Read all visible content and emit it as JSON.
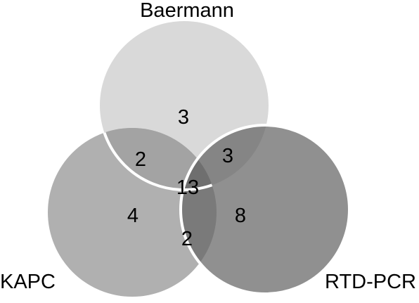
{
  "diagram": {
    "type": "venn",
    "sets": [
      {
        "id": "baermann",
        "label": "Baermann",
        "color": "#d9d9d9"
      },
      {
        "id": "kapc",
        "label": "KAPC",
        "color": "#b0b0b0"
      },
      {
        "id": "rtdpcr",
        "label": "RTD-PCR",
        "color": "#8f8f8f"
      }
    ],
    "regions": {
      "baermann_only": "3",
      "kapc_only": "4",
      "rtdpcr_only": "8",
      "baermann_kapc": "2",
      "baermann_rtdpcr": "3",
      "kapc_rtdpcr": "2",
      "all_three": "13"
    },
    "outline_color": "#ffffff"
  }
}
